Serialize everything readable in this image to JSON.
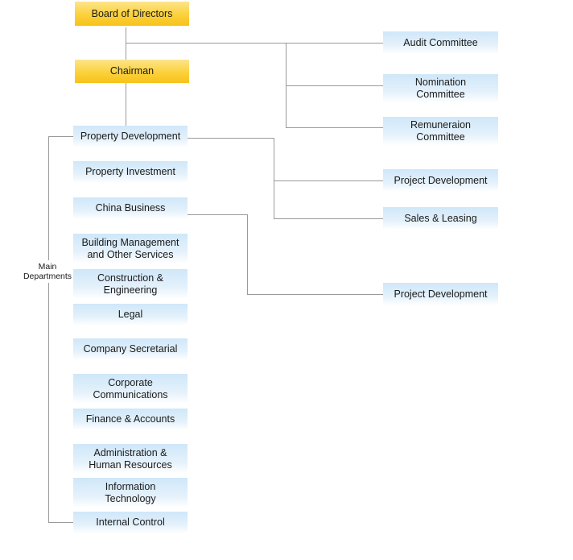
{
  "top": {
    "board": "Board of Directors",
    "chairman": "Chairman"
  },
  "committees": [
    "Audit Committee",
    "Nomination\nCommittee",
    "Remuneraion\nCommittee"
  ],
  "side_label": "Main\nDepartments",
  "departments": [
    "Property Development",
    "Property Investment",
    "China Business",
    "Building Management\nand Other Services",
    "Construction &\nEngineering",
    "Legal",
    "Company Secretarial",
    "Corporate\nCommunications",
    "Finance & Accounts",
    "Administration &\nHuman Resources",
    "Information\nTechnology",
    "Internal Control"
  ],
  "property_development_units": [
    "Project Development",
    "Sales & Leasing"
  ],
  "china_business_units": [
    "Project Development"
  ],
  "colors": {
    "gold": "#f9cb2e",
    "blue": "#d6ebfa",
    "connector": "#9a9a9a"
  }
}
